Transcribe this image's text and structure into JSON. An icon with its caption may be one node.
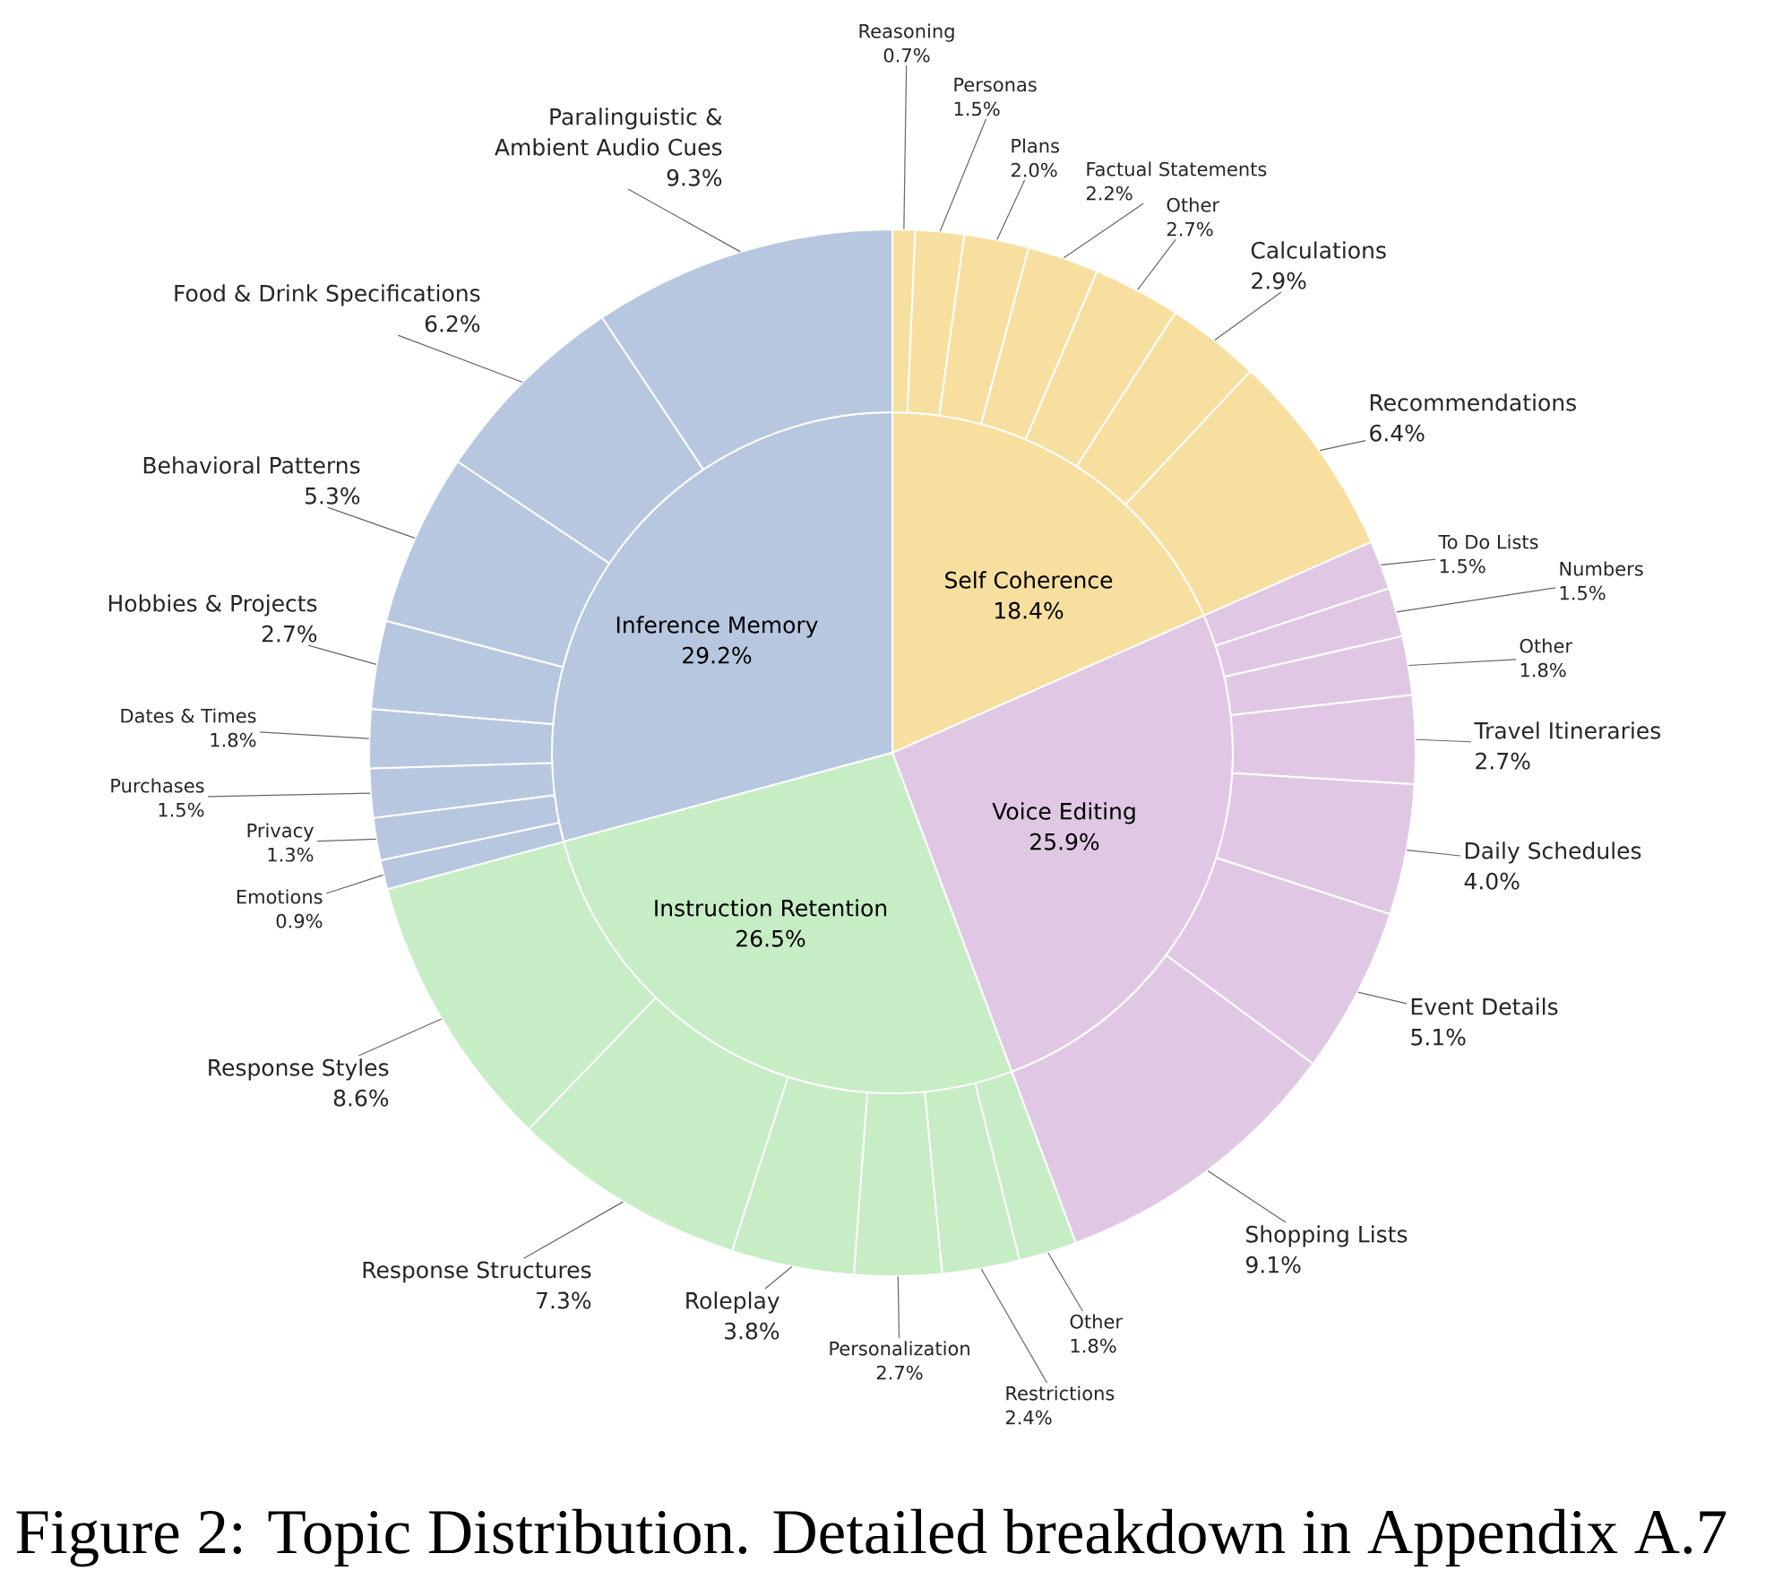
{
  "diagram": {
    "caption": "Figure 2: Topic Distribution. Detailed breakdown in Appendix A.7",
    "nodes": [
      {
        "text": [
          "Inference Memory",
          "29.2%"
        ]
      },
      {
        "text": [
          "Self Coherence",
          "18.4%"
        ]
      },
      {
        "text": [
          "Voice Editing",
          "25.9%"
        ]
      },
      {
        "text": [
          "Instruction Retention",
          "26.5%"
        ]
      },
      {
        "text": [
          "Reasoning",
          "0.7%"
        ]
      },
      {
        "text": [],
        "shape": "wedge"
      },
      {
        "text": [
          "Personas",
          "1.5%"
        ]
      },
      {
        "text": [],
        "shape": "wedge"
      },
      {
        "text": [
          "Plans",
          "2.0%"
        ]
      },
      {
        "text": [],
        "shape": "wedge"
      },
      {
        "text": [
          "Factual Statements",
          "2.2%"
        ]
      },
      {
        "text": [],
        "shape": "wedge"
      },
      {
        "text": [
          "Other",
          "2.7%"
        ]
      },
      {
        "text": [],
        "shape": "wedge"
      },
      {
        "text": [
          "Calculations",
          "2.9%"
        ]
      },
      {
        "text": [],
        "shape": "wedge"
      },
      {
        "text": [
          "Recommendations",
          "6.4%"
        ]
      },
      {
        "text": [],
        "shape": "wedge"
      },
      {
        "text": [
          "To Do Lists",
          "1.5%"
        ]
      },
      {
        "text": [],
        "shape": "wedge"
      },
      {
        "text": [
          "Numbers",
          "1.5%"
        ]
      },
      {
        "text": [],
        "shape": "wedge"
      },
      {
        "text": [
          "Other",
          "1.8%"
        ]
      },
      {
        "text": [],
        "shape": "wedge"
      },
      {
        "text": [
          "Travel Itineraries",
          "2.7%"
        ]
      },
      {
        "text": [],
        "shape": "wedge"
      },
      {
        "text": [
          "Daily Schedules",
          "4.0%"
        ]
      },
      {
        "text": [],
        "shape": "wedge"
      },
      {
        "text": [
          "Event Details",
          "5.1%"
        ]
      },
      {
        "text": [],
        "shape": "wedge"
      },
      {
        "text": [
          "Shopping Lists",
          "9.1%"
        ]
      },
      {
        "text": [],
        "shape": "wedge"
      },
      {
        "text": [
          "Other",
          "1.8%"
        ]
      },
      {
        "text": [],
        "shape": "wedge"
      },
      {
        "text": [
          "Restrictions",
          "2.4%"
        ]
      },
      {
        "text": [],
        "shape": "wedge"
      },
      {
        "text": [
          "Personalization",
          "2.7%"
        ]
      },
      {
        "text": [],
        "shape": "wedge"
      },
      {
        "text": [
          "Roleplay",
          "3.8%"
        ]
      },
      {
        "text": [],
        "shape": "wedge"
      },
      {
        "text": [
          "Response Structures",
          "7.3%"
        ]
      },
      {
        "text": [],
        "shape": "wedge"
      },
      {
        "text": [
          "Response Styles",
          "8.6%"
        ]
      },
      {
        "text": [],
        "shape": "wedge"
      },
      {
        "text": [
          "Emotions",
          "0.9%"
        ]
      },
      {
        "text": [],
        "shape": "wedge"
      },
      {
        "text": [
          "Privacy",
          "1.3%"
        ]
      },
      {
        "text": [],
        "shape": "wedge"
      },
      {
        "text": [
          "Purchases",
          "1.5%"
        ]
      },
      {
        "text": [],
        "shape": "wedge"
      },
      {
        "text": [
          "Dates & Times",
          "1.8%"
        ]
      },
      {
        "text": [],
        "shape": "wedge"
      },
      {
        "text": [
          "Hobbies & Projects",
          "2.7%"
        ]
      },
      {
        "text": [],
        "shape": "wedge"
      },
      {
        "text": [
          "Behavioral Patterns",
          "5.3%"
        ]
      },
      {
        "text": [],
        "shape": "wedge"
      },
      {
        "text": [
          "Food & Drink Specifications",
          "6.2%"
        ]
      },
      {
        "text": [],
        "shape": "wedge"
      },
      {
        "text": [
          "Paralinguistic & Ambient Audio Cues",
          "9.3%"
        ]
      },
      {
        "text": [],
        "shape": "wedge"
      }
    ],
    "edges": [
      {
        "from": 4,
        "to": 5,
        "arrow": "none"
      },
      {
        "from": 6,
        "to": 7,
        "arrow": "none"
      },
      {
        "from": 8,
        "to": 9,
        "arrow": "none"
      },
      {
        "from": 10,
        "to": 11,
        "arrow": "none"
      },
      {
        "from": 12,
        "to": 13,
        "arrow": "none"
      },
      {
        "from": 14,
        "to": 15,
        "arrow": "none"
      },
      {
        "from": 16,
        "to": 17,
        "arrow": "none"
      },
      {
        "from": 18,
        "to": 19,
        "arrow": "none"
      },
      {
        "from": 20,
        "to": 21,
        "arrow": "none"
      },
      {
        "from": 22,
        "to": 23,
        "arrow": "none"
      },
      {
        "from": 24,
        "to": 25,
        "arrow": "none"
      },
      {
        "from": 26,
        "to": 27,
        "arrow": "none"
      },
      {
        "from": 28,
        "to": 29,
        "arrow": "none"
      },
      {
        "from": 30,
        "to": 31,
        "arrow": "none"
      },
      {
        "from": 32,
        "to": 33,
        "arrow": "none"
      },
      {
        "from": 34,
        "to": 35,
        "arrow": "none"
      },
      {
        "from": 36,
        "to": 37,
        "arrow": "none"
      },
      {
        "from": 38,
        "to": 39,
        "arrow": "none"
      },
      {
        "from": 40,
        "to": 41,
        "arrow": "none"
      },
      {
        "from": 42,
        "to": 43,
        "arrow": "none"
      },
      {
        "from": 44,
        "to": 45,
        "arrow": "none"
      },
      {
        "from": 46,
        "to": 47,
        "arrow": "none"
      },
      {
        "from": 48,
        "to": 49,
        "arrow": "none"
      },
      {
        "from": 50,
        "to": 51,
        "arrow": "none"
      },
      {
        "from": 52,
        "to": 53,
        "arrow": "none"
      },
      {
        "from": 54,
        "to": 55,
        "arrow": "none"
      },
      {
        "from": 56,
        "to": 57,
        "arrow": "none"
      },
      {
        "from": 58,
        "to": 59,
        "arrow": "none"
      }
    ]
  }
}
